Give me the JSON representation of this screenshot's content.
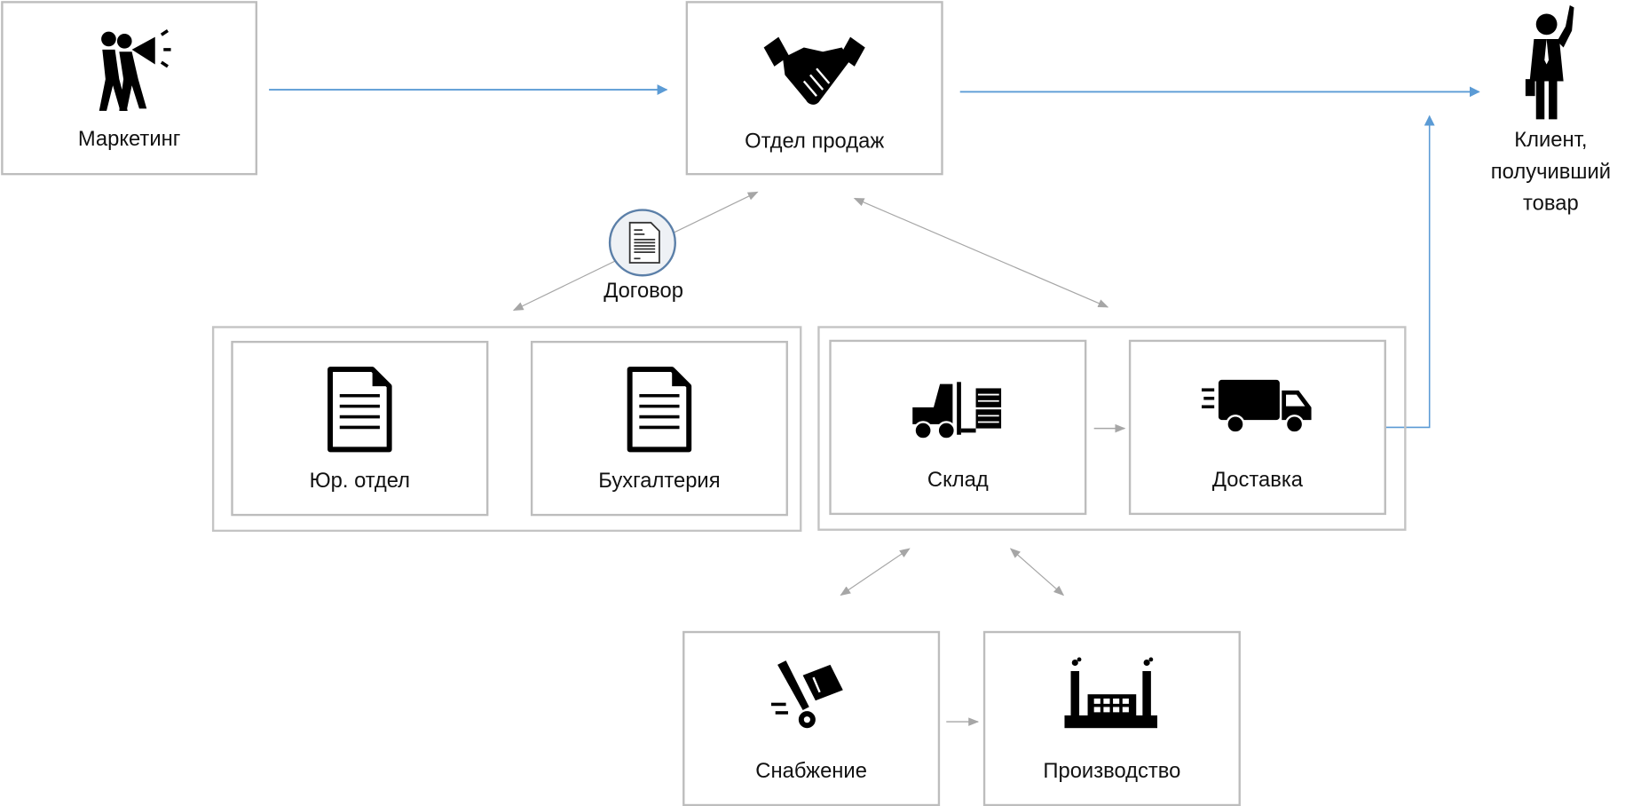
{
  "nodes": {
    "marketing": {
      "label": "Маркетинг",
      "icon": "megaphone-people-icon"
    },
    "sales": {
      "label": "Отдел продаж",
      "icon": "handshake-icon"
    },
    "client": {
      "label_lines": [
        "Клиент,",
        "получивший",
        "товар"
      ],
      "icon": "businessman-icon"
    },
    "contract": {
      "label": "Договор",
      "icon": "document-icon"
    },
    "legal": {
      "label": "Юр. отдел",
      "icon": "document-icon"
    },
    "accounting": {
      "label": "Бухгалтерия",
      "icon": "document-icon"
    },
    "warehouse": {
      "label": "Склад",
      "icon": "forklift-icon"
    },
    "delivery": {
      "label": "Доставка",
      "icon": "truck-icon"
    },
    "supply": {
      "label": "Снабжение",
      "icon": "hand-truck-icon"
    },
    "production": {
      "label": "Производство",
      "icon": "factory-icon"
    }
  },
  "colors": {
    "main_flow": "#5b9bd5",
    "secondary_flow": "#a6a6a6",
    "border": "#bdbdbd"
  }
}
